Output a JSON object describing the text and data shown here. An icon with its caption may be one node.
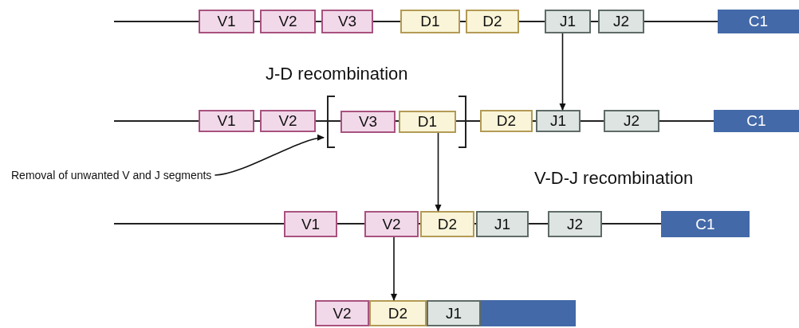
{
  "diagram": {
    "nodes": [
      {
        "text": [
          "V1"
        ]
      },
      {
        "text": [
          "V2"
        ]
      },
      {
        "text": [
          "V3"
        ]
      },
      {
        "text": [
          "D1"
        ]
      },
      {
        "text": [
          "D2"
        ]
      },
      {
        "text": [
          "J1"
        ]
      },
      {
        "text": [
          "J2"
        ]
      },
      {
        "text": [
          "C1"
        ]
      },
      {
        "text": [
          "V1"
        ]
      },
      {
        "text": [
          "V2"
        ]
      },
      {
        "text": [],
        "shape": "bracket"
      },
      {
        "text": [
          "V3"
        ],
        "in": 10
      },
      {
        "text": [
          "D1"
        ],
        "in": 10
      },
      {
        "text": [
          "D2"
        ]
      },
      {
        "text": [
          "J1"
        ]
      },
      {
        "text": [
          "J2"
        ]
      },
      {
        "text": [
          "C1"
        ]
      },
      {
        "text": [
          "Removal of unwanted V and J segments"
        ]
      },
      {
        "text": [
          "V1"
        ]
      },
      {
        "text": [
          "V2"
        ]
      },
      {
        "text": [
          "D2"
        ]
      },
      {
        "text": [
          "J1"
        ]
      },
      {
        "text": [
          "J2"
        ]
      },
      {
        "text": [
          "C1"
        ]
      },
      {
        "text": [
          "V2"
        ]
      },
      {
        "text": [
          "D2"
        ]
      },
      {
        "text": [
          "J1"
        ]
      },
      {
        "text": [],
        "shape": "box"
      }
    ],
    "edges": [
      {
        "from": 5,
        "to": 14,
        "arrow": "to"
      },
      {
        "from": 17,
        "to": 10,
        "arrow": "to"
      },
      {
        "from": 12,
        "to": 20,
        "arrow": "to"
      },
      {
        "from": 19,
        "to": 25,
        "arrow": "to"
      }
    ],
    "labels": [
      "J-D recombination",
      "V-D-J recombination"
    ]
  }
}
